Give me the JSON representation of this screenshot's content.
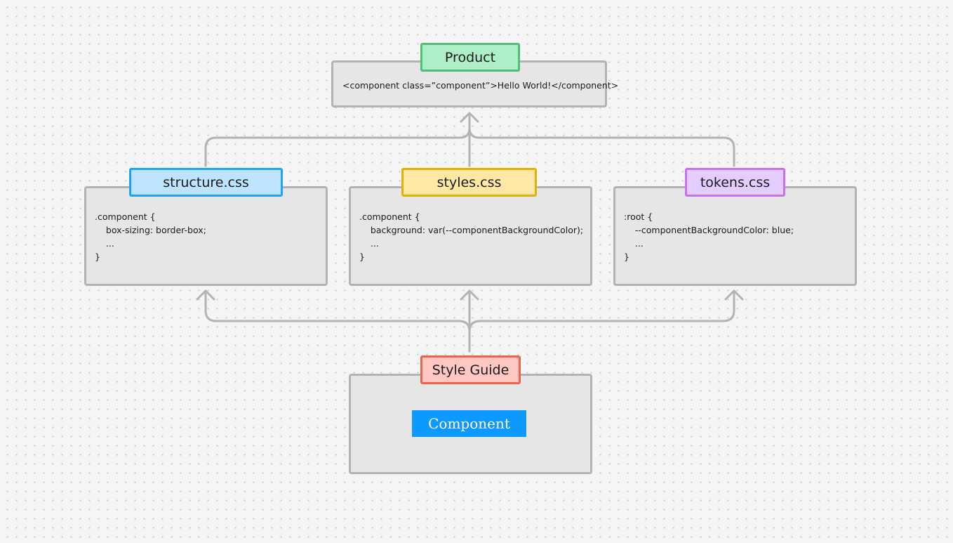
{
  "product": {
    "title": "Product",
    "code": "<component class=”component”>Hello World!</component>"
  },
  "structure": {
    "title": "structure.css",
    "code": ".component {\n    box-sizing: border-box;\n    ...\n}"
  },
  "styles": {
    "title": "styles.css",
    "code": ".component {\n    background: var(--componentBackgroundColor);\n    ...\n}"
  },
  "tokens": {
    "title": "tokens.css",
    "code": ":root {\n    --componentBackgroundColor: blue;\n    ...\n}"
  },
  "style_guide": {
    "title": "Style Guide",
    "component_label": "Component"
  },
  "colors": {
    "product": "#adf0c7",
    "structure": "#bde3ff",
    "styles": "#ffe8a3",
    "tokens": "#e5ccff",
    "style_guide": "#ffc7c2",
    "component": "#0d99ff",
    "connector": "#b3b3b3"
  }
}
